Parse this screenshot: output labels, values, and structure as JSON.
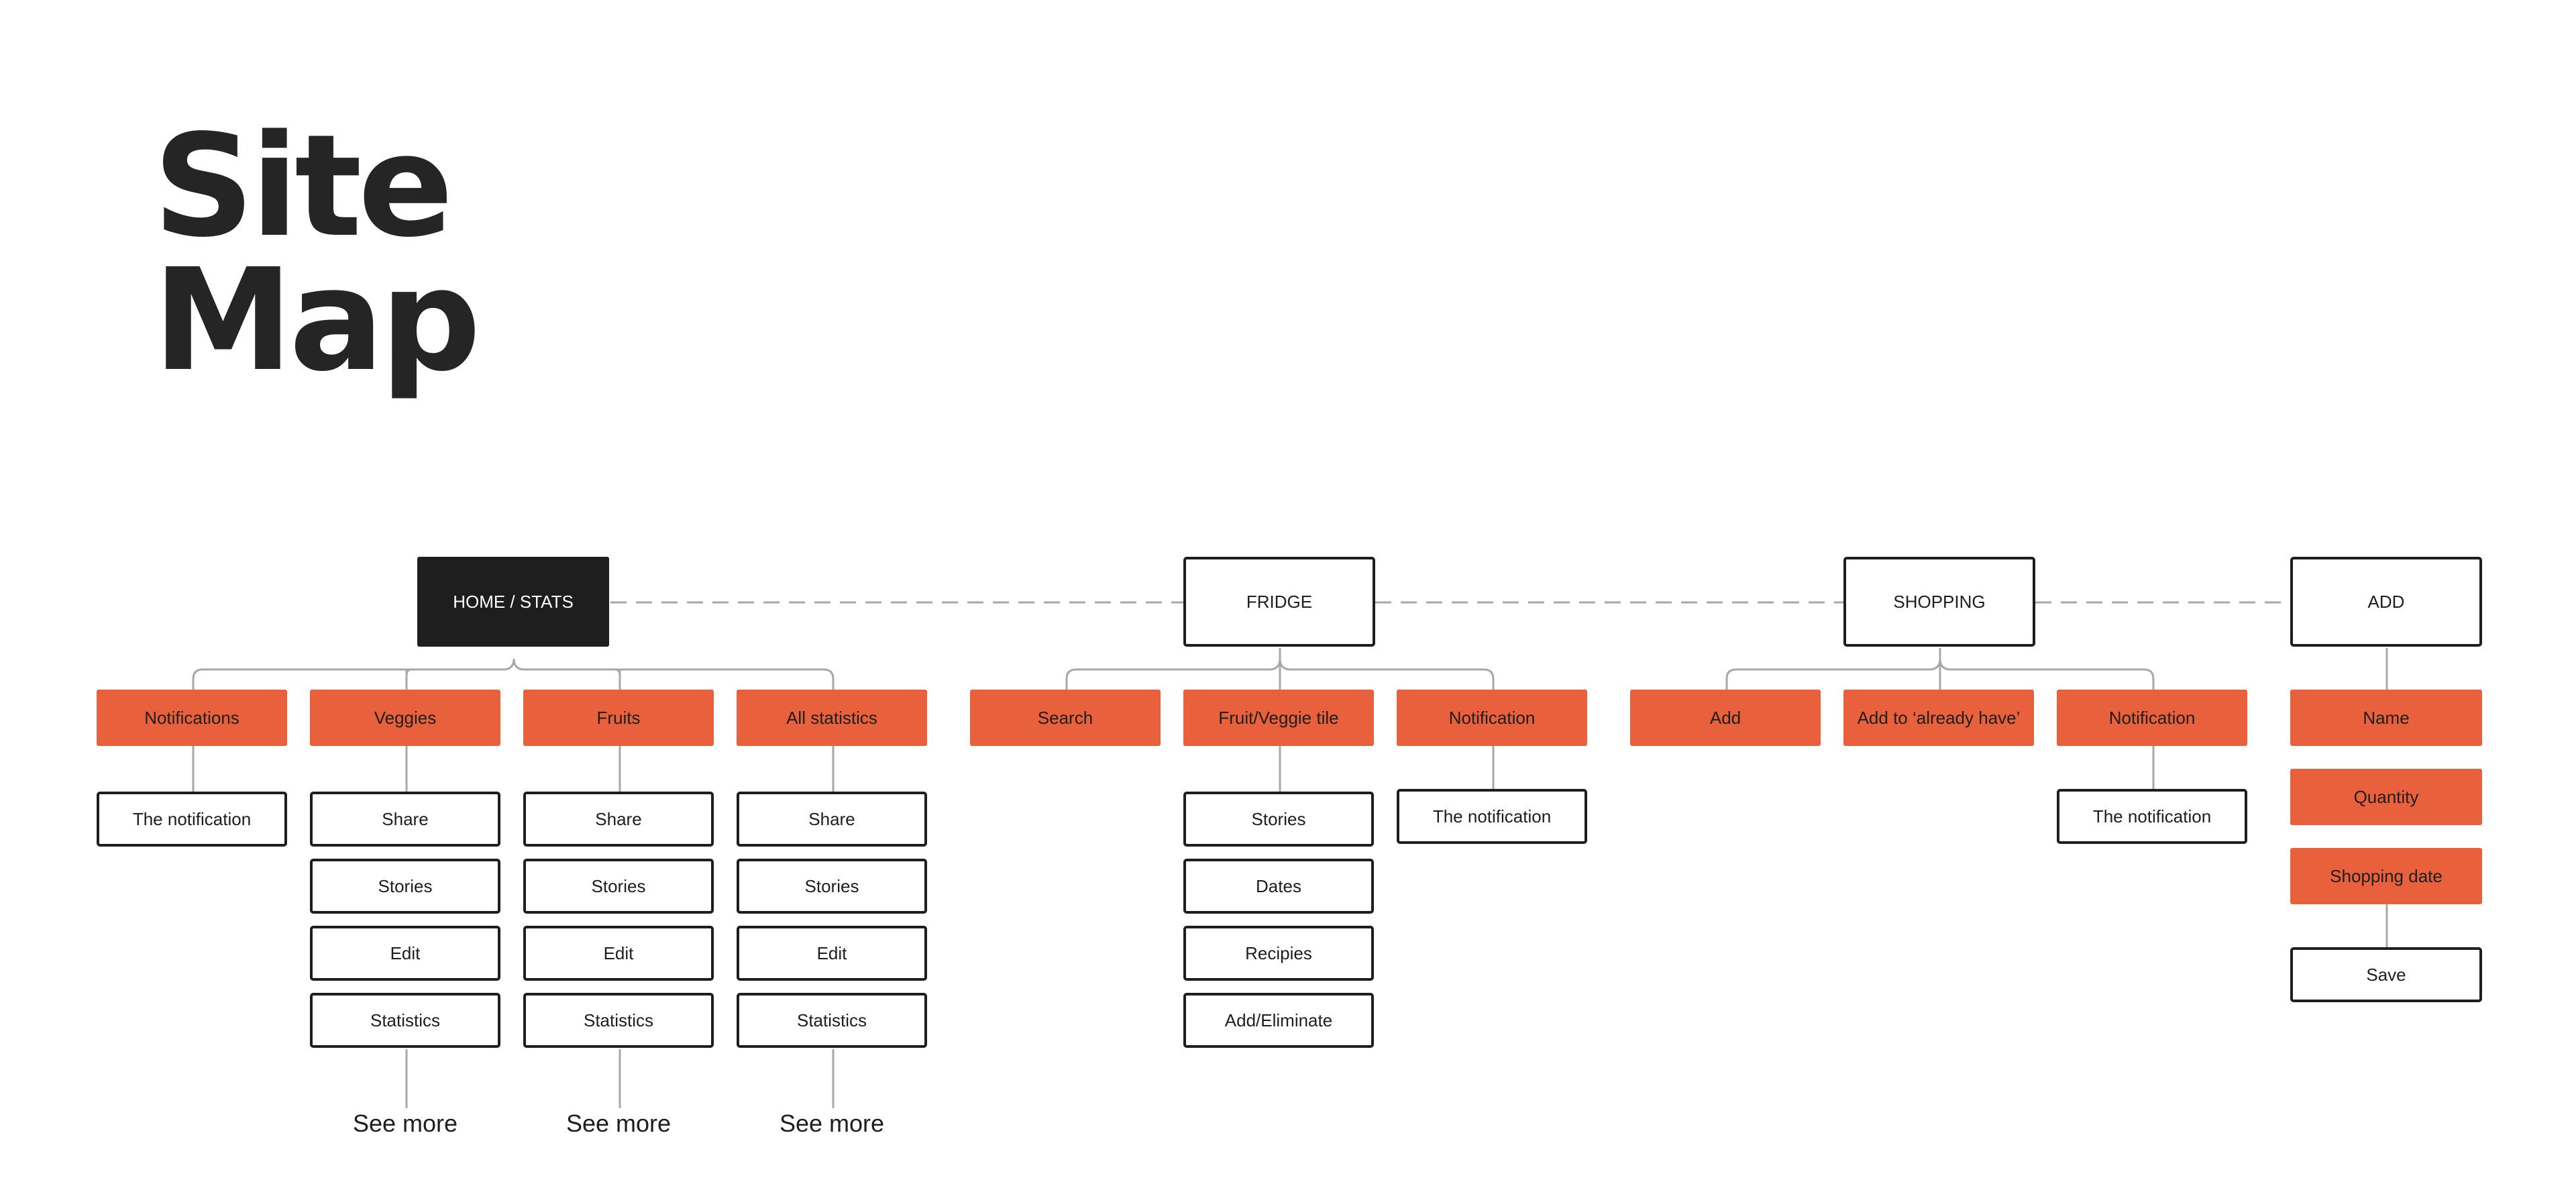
{
  "title": {
    "line1": "Site",
    "line2": "Map"
  },
  "colors": {
    "accent": "#e8603c",
    "dark": "#1e1e1e",
    "connector": "#a8a8a8",
    "page": "#ffffff"
  },
  "roots": {
    "home": "HOME / STATS",
    "fridge": "FRIDGE",
    "shopping": "SHOPPING",
    "add": "ADD"
  },
  "home": {
    "categories": [
      "Notifications",
      "Veggies",
      "Fruits",
      "All statistics"
    ],
    "notification_detail": "The notification",
    "veggies_items": [
      "Share",
      "Stories",
      "Edit",
      "Statistics"
    ],
    "fruits_items": [
      "Share",
      "Stories",
      "Edit",
      "Statistics"
    ],
    "all_statistics_items": [
      "Share",
      "Stories",
      "Edit",
      "Statistics"
    ],
    "see_more": "See more"
  },
  "fridge": {
    "categories": [
      "Search",
      "Fruit/Veggie tile",
      "Notification"
    ],
    "tile_items": [
      "Stories",
      "Dates",
      "Recipies",
      "Add/Eliminate"
    ],
    "notification_detail": "The notification"
  },
  "shopping": {
    "categories": [
      "Add",
      "Add to ‘already have’",
      "Notification"
    ],
    "notification_detail": "The notification"
  },
  "add": {
    "fields": [
      "Name",
      "Quantity",
      "Shopping date"
    ],
    "save": "Save"
  }
}
